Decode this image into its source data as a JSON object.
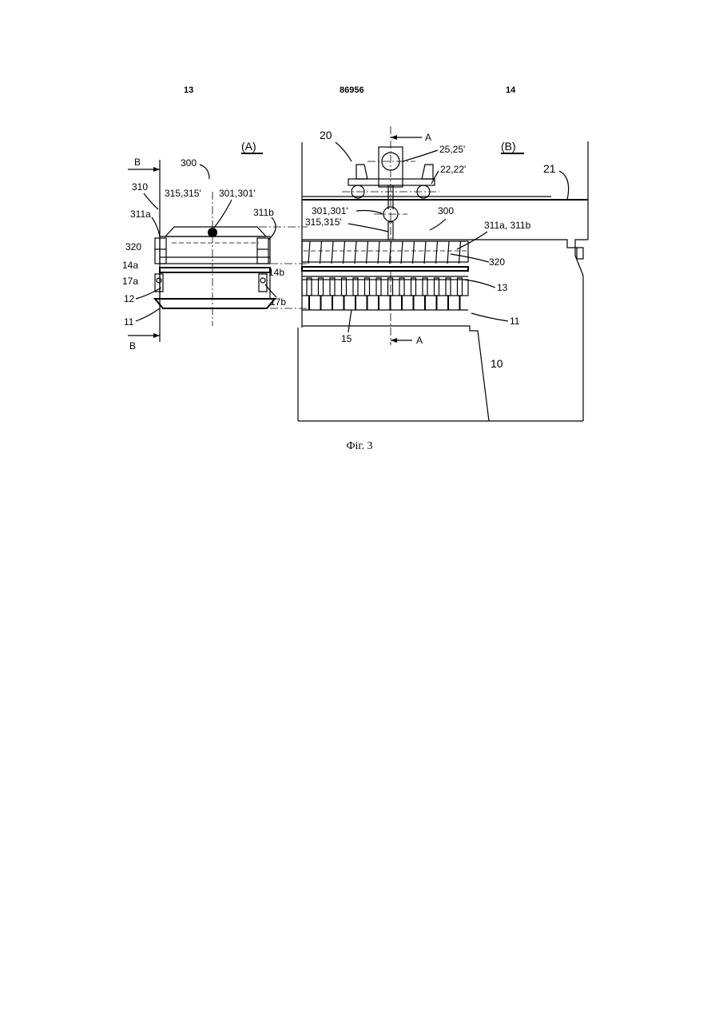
{
  "header": {
    "page_left": "13",
    "patent_number": "86956",
    "page_right": "14"
  },
  "figure": {
    "caption": "Фіг. 3",
    "view_a": {
      "title": "(A)",
      "labels": {
        "section_b_top": "B",
        "section_b_bottom": "B",
        "l300": "300",
        "l310": "310",
        "l315": "315,315'",
        "l301": "301,301'",
        "l311a": "311a",
        "l311b": "311b",
        "l320": "320",
        "l14a": "14a",
        "l14b": "14b",
        "l17a": "17a",
        "l17b": "17b",
        "l12": "12",
        "l11": "11"
      }
    },
    "view_b": {
      "title": "(B)",
      "labels": {
        "l20": "20",
        "section_a_top": "A",
        "section_a_bottom": "A",
        "l25": "25,25'",
        "l22": "22,22'",
        "l21": "21",
        "l301": "301,301'",
        "l315": "315,315'",
        "l300": "300",
        "l311": "311a, 311b",
        "l320": "320",
        "l13": "13",
        "l15": "15",
        "l11": "11",
        "l10": "10"
      }
    }
  }
}
